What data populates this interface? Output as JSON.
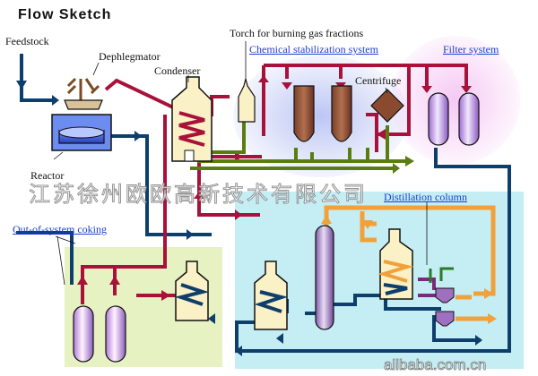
{
  "diagram": {
    "title": "Flow Sketch",
    "labels": {
      "feedstock": "Feedstock",
      "dephlegmator": "Dephlegmator",
      "condenser": "Condenser",
      "torch": "Torch for burning gas fractions",
      "chemical_stabilization": "Chemical stabilization system",
      "filter_system": "Filter system",
      "centrifuge": "Centrifuge",
      "reactor": "Reactor",
      "distillation_column": "Distillation column",
      "out_of_system_coking": "Out-of-system coking"
    },
    "watermark": "江苏徐州欧欧高新技术有限公司",
    "footer": "alibaba.com.cn"
  },
  "colors": {
    "crimson_line": "#a8123a",
    "navy_line": "#0e3e6b",
    "olive_line": "#5a7d10",
    "orange_line": "#f2a03a",
    "purple_line": "#7a2a7a",
    "green_zone": "#e6f2c2",
    "cyan_zone": "#c4eef4",
    "blue_zone": "#cfd6f6",
    "pink_zone": "#f4d2f4",
    "label_blue": "#1a3fd0"
  }
}
